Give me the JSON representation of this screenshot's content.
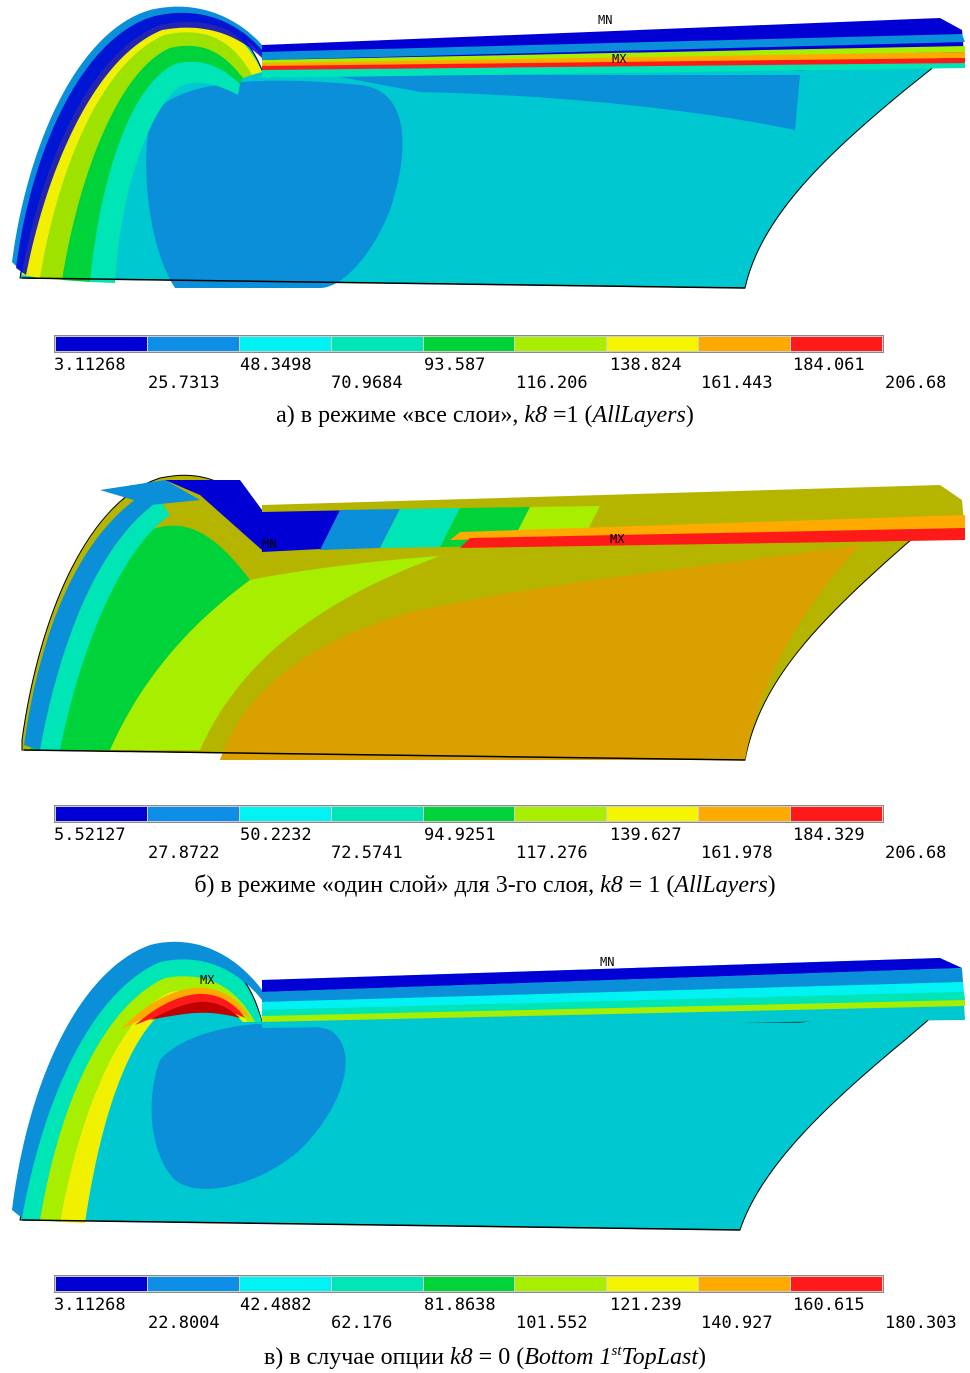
{
  "palette": [
    "#0000d4",
    "#0d8fe8",
    "#00f2f2",
    "#00e5b5",
    "#00d23a",
    "#a8ee00",
    "#f5f500",
    "#ffaa00",
    "#ff1a1a"
  ],
  "panels": [
    {
      "markers": [
        "MN",
        "MX"
      ],
      "legend_top": [
        "3.11268",
        "48.3498",
        "93.587",
        "138.824",
        "184.061"
      ],
      "legend_bottom": [
        "25.7313",
        "70.9684",
        "116.206",
        "161.443",
        "206.68"
      ],
      "caption": {
        "prefix": "а) в режиме «все слои», ",
        "k": "k8",
        "eq": " =1 (",
        "mode": "AllLayers",
        "suffix": ")"
      }
    },
    {
      "markers": [
        "MN",
        "MX"
      ],
      "legend_top": [
        "5.52127",
        "50.2232",
        "94.9251",
        "139.627",
        "184.329"
      ],
      "legend_bottom": [
        "27.8722",
        "72.5741",
        "117.276",
        "161.978",
        "206.68"
      ],
      "caption": {
        "prefix": "б) в режиме «один слой» для 3-го слоя, ",
        "k": "k8",
        "eq": " = 1 (",
        "mode": "AllLayers",
        "suffix": ")"
      }
    },
    {
      "markers": [
        "MN",
        "MX"
      ],
      "legend_top": [
        "3.11268",
        "42.4882",
        "81.8638",
        "121.239",
        "160.615"
      ],
      "legend_bottom": [
        "22.8004",
        "62.176",
        "101.552",
        "140.927",
        "180.303"
      ],
      "caption": {
        "prefix": "в) в случае опции ",
        "k": "k8",
        "eq": " = 0 (",
        "mode": "Bottom 1",
        "sup": "st",
        "mode2": "TopLast",
        "suffix": ")"
      }
    }
  ]
}
